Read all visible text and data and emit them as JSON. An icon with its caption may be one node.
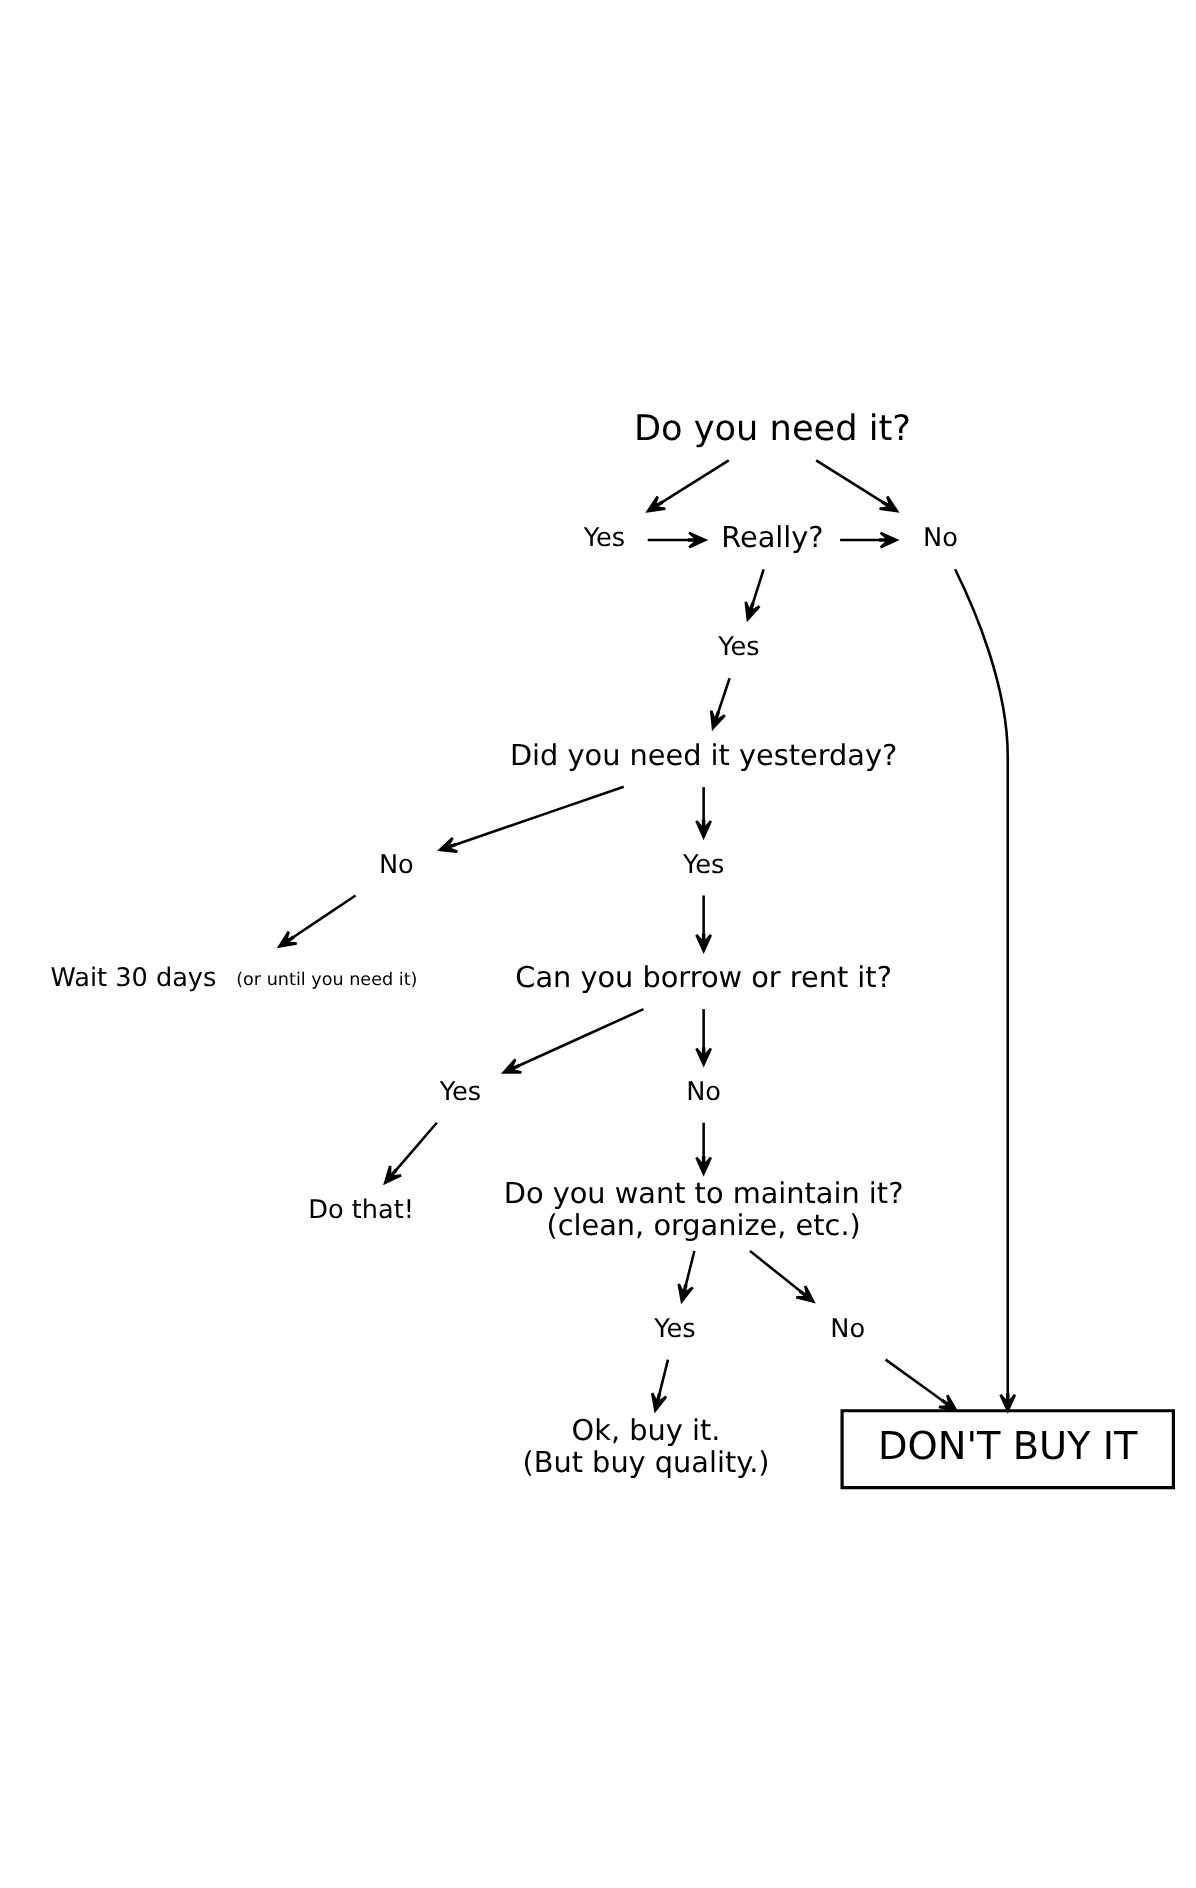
{
  "diagram": {
    "nodes": [
      {
        "text": [
          "Do you need it?"
        ]
      },
      {
        "text": [
          "Yes"
        ]
      },
      {
        "text": [
          "Really?"
        ]
      },
      {
        "text": [
          "No"
        ]
      },
      {
        "text": [
          "Yes"
        ]
      },
      {
        "text": [
          "Did you need it yesterday?"
        ]
      },
      {
        "text": [
          "No"
        ]
      },
      {
        "text": [
          "Yes"
        ]
      },
      {
        "text": [
          "Wait 30 days"
        ],
        "beside": [
          "(or until you need it)"
        ]
      },
      {
        "text": [
          "Can you borrow or rent it?"
        ]
      },
      {
        "text": [
          "Yes"
        ]
      },
      {
        "text": [
          "No"
        ]
      },
      {
        "text": [
          "Do that!"
        ]
      },
      {
        "text": [
          "Do you want to maintain it?",
          "(clean, organize, etc.)"
        ]
      },
      {
        "text": [
          "Yes"
        ]
      },
      {
        "text": [
          "No"
        ]
      },
      {
        "text": [
          "Ok, buy it.",
          "(But buy quality.)"
        ]
      },
      {
        "text": [
          "DON'T BUY IT"
        ]
      }
    ],
    "edges": [
      {
        "from": 0,
        "to": 1,
        "arrow": "to"
      },
      {
        "from": 0,
        "to": 3,
        "arrow": "to"
      },
      {
        "from": 1,
        "to": 2,
        "arrow": "to"
      },
      {
        "from": 2,
        "to": 3,
        "arrow": "to"
      },
      {
        "from": 2,
        "to": 4,
        "arrow": "to"
      },
      {
        "from": 4,
        "to": 5,
        "arrow": "to"
      },
      {
        "from": 5,
        "to": 6,
        "arrow": "to"
      },
      {
        "from": 6,
        "to": 8,
        "arrow": "to"
      },
      {
        "from": 5,
        "to": 7,
        "arrow": "to"
      },
      {
        "from": 7,
        "to": 9,
        "arrow": "to"
      },
      {
        "from": 9,
        "to": 10,
        "arrow": "to"
      },
      {
        "from": 9,
        "to": 11,
        "arrow": "to"
      },
      {
        "from": 10,
        "to": 12,
        "arrow": "to"
      },
      {
        "from": 11,
        "to": 13,
        "arrow": "to"
      },
      {
        "from": 13,
        "to": 14,
        "arrow": "to"
      },
      {
        "from": 13,
        "to": 15,
        "arrow": "to"
      },
      {
        "from": 14,
        "to": 16,
        "arrow": "to"
      },
      {
        "from": 15,
        "to": 17,
        "arrow": "to"
      },
      {
        "from": 3,
        "to": 17,
        "arrow": "to"
      }
    ]
  }
}
